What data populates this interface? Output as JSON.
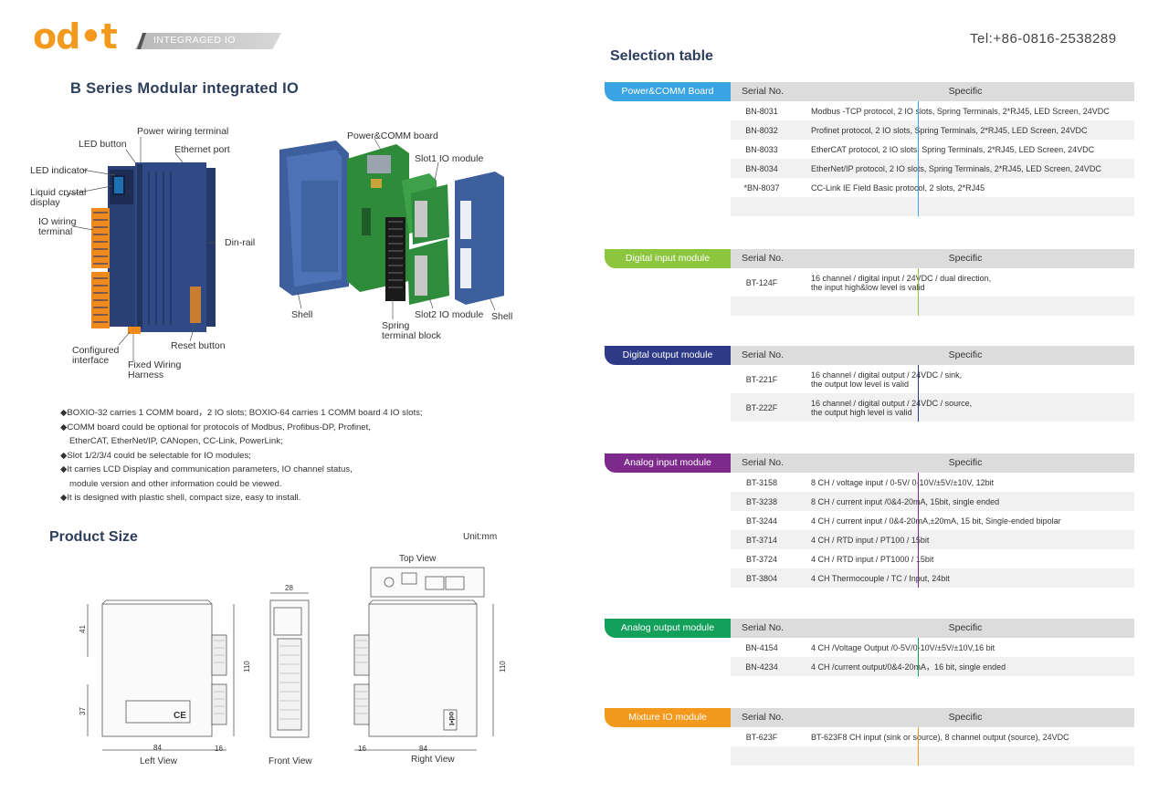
{
  "header": {
    "logo": "od•t",
    "tag": "INTEGRAGED IO",
    "tel": "Tel:+86-0816-2538289"
  },
  "main_title": "B Series Modular integrated IO",
  "callouts": {
    "power_wiring_terminal": "Power wiring terminal",
    "led_button": "LED button",
    "ethernet_port": "Ethernet port",
    "led_indicator": "LED indicator",
    "lcd_1": "Liquid crystal",
    "lcd_2": "display",
    "io_wiring_1": "IO wiring",
    "io_wiring_2": "terminal",
    "din_rail": "Din-rail",
    "configured_1": "Configured",
    "configured_2": "interface",
    "fixed_1": "Fixed Wiring",
    "fixed_2": "Harness",
    "reset_button": "Reset button",
    "power_comm_board": "Power&COMM    board",
    "slot1": "Slot1  IO module",
    "shell_left": "Shell",
    "spring_1": "Spring",
    "spring_2": "terminal block",
    "slot2": "Slot2  IO module",
    "shell_right": "Shell"
  },
  "features": [
    {
      "text": "◆BOXIO-32 carries 1 COMM board，2 IO slots; BOXIO-64 carries 1 COMM board 4 IO slots;",
      "sub": false
    },
    {
      "text": "◆COMM board could be optional for protocols of Modbus, Profibus-DP, Profinet,",
      "sub": false
    },
    {
      "text": "EtherCAT, EtherNet/IP, CANopen, CC-Link, PowerLink;",
      "sub": true
    },
    {
      "text": "◆Slot 1/2/3/4 could be selectable for IO modules;",
      "sub": false
    },
    {
      "text": "◆It carries LCD Display and communication parameters, IO channel status,",
      "sub": false
    },
    {
      "text": "module version and other information could be viewed.",
      "sub": true
    },
    {
      "text": "◆It is designed with plastic shell, compact size, easy to install.",
      "sub": false
    }
  ],
  "product_size": {
    "title": "Product Size",
    "unit": "Unit:mm",
    "views": {
      "top": "Top View",
      "left": "Left View",
      "front": "Front View",
      "right": "Right View"
    },
    "dims": {
      "d41": "41",
      "d37": "37",
      "d110a": "110",
      "d84a": "84",
      "d16a": "16",
      "d28": "28",
      "d110b": "110",
      "d16b": "16",
      "d84b": "84"
    },
    "label_ce": "CE",
    "label_brand": "od•t"
  },
  "selection": {
    "title": "Selection table",
    "serial_header": "Serial No.",
    "spec_header": "Specific",
    "sections": [
      {
        "name": "Power&COMM Board",
        "color": "#3aa3e3",
        "rows": [
          {
            "serial": "BN-8031",
            "spec": "Modbus -TCP protocol, 2 IO slots, Spring Terminals, 2*RJ45, LED Screen, 24VDC"
          },
          {
            "serial": "BN-8032",
            "spec": "Profinet protocol, 2 IO slots, Spring Terminals, 2*RJ45, LED Screen, 24VDC"
          },
          {
            "serial": "BN-8033",
            "spec": "EtherCAT protocol,  2 IO slots, Spring Terminals, 2*RJ45, LED Screen, 24VDC"
          },
          {
            "serial": "BN-8034",
            "spec": "EtherNet/IP protocol,  2 IO slots, Spring Terminals, 2*RJ45, LED Screen, 24VDC"
          },
          {
            "serial": "*BN-8037",
            "spec": "CC-Link IE Field Basic protocol, 2 slots, 2*RJ45"
          },
          {
            "serial": "",
            "spec": ""
          }
        ]
      },
      {
        "name": "Digital input module",
        "color": "#8cc63f",
        "rows": [
          {
            "serial": "BT-124F",
            "spec": "16 channel / digital input / 24VDC /  dual direction,\nthe input high&low level is valid",
            "tall": true
          },
          {
            "serial": "",
            "spec": ""
          }
        ]
      },
      {
        "name": "Digital output module",
        "color": "#2e3a87",
        "rows": [
          {
            "serial": "BT-221F",
            "spec": "16 channel / digital output / 24VDC / sink,\nthe output low level is valid",
            "tall": true
          },
          {
            "serial": "BT-222F",
            "spec": "16 channel / digital output / 24VDC / source,\nthe output high level is valid",
            "tall": true
          }
        ]
      },
      {
        "name": "Analog input module",
        "color": "#7d2a8c",
        "rows": [
          {
            "serial": "BT-3158",
            "spec": "8 CH / voltage input / 0-5V/ 0-10V/±5V/±10V, 12bit"
          },
          {
            "serial": "BT-3238",
            "spec": "8 CH / current input /0&4-20mA, 15bit, single ended"
          },
          {
            "serial": "BT-3244",
            "spec": "4 CH / current input / 0&4-20mA,±20mA, 15 bit, Single-ended bipolar"
          },
          {
            "serial": "BT-3714",
            "spec": "4 CH / RTD input / PT100 / 15bit"
          },
          {
            "serial": "BT-3724",
            "spec": "4 CH / RTD input / PT1000 / 15bit"
          },
          {
            "serial": "BT-3804",
            "spec": "4 CH Thermocouple / TC / Input, 24bit"
          }
        ]
      },
      {
        "name": "Analog output module",
        "color": "#12a05a",
        "rows": [
          {
            "serial": "BN-4154",
            "spec": "4 CH /Voltage Output /0-5V/0-10V/±5V/±10V,16 bit"
          },
          {
            "serial": "BN-4234",
            "spec": "4 CH /current output/0&4-20mA，16 bit, single ended"
          }
        ]
      },
      {
        "name": "Mixture IO module",
        "color": "#f39a1e",
        "rows": [
          {
            "serial": "BT-623F",
            "spec": "BT-623F8 CH input (sink or source), 8 channel output (source), 24VDC"
          },
          {
            "serial": "",
            "spec": ""
          }
        ]
      }
    ]
  }
}
